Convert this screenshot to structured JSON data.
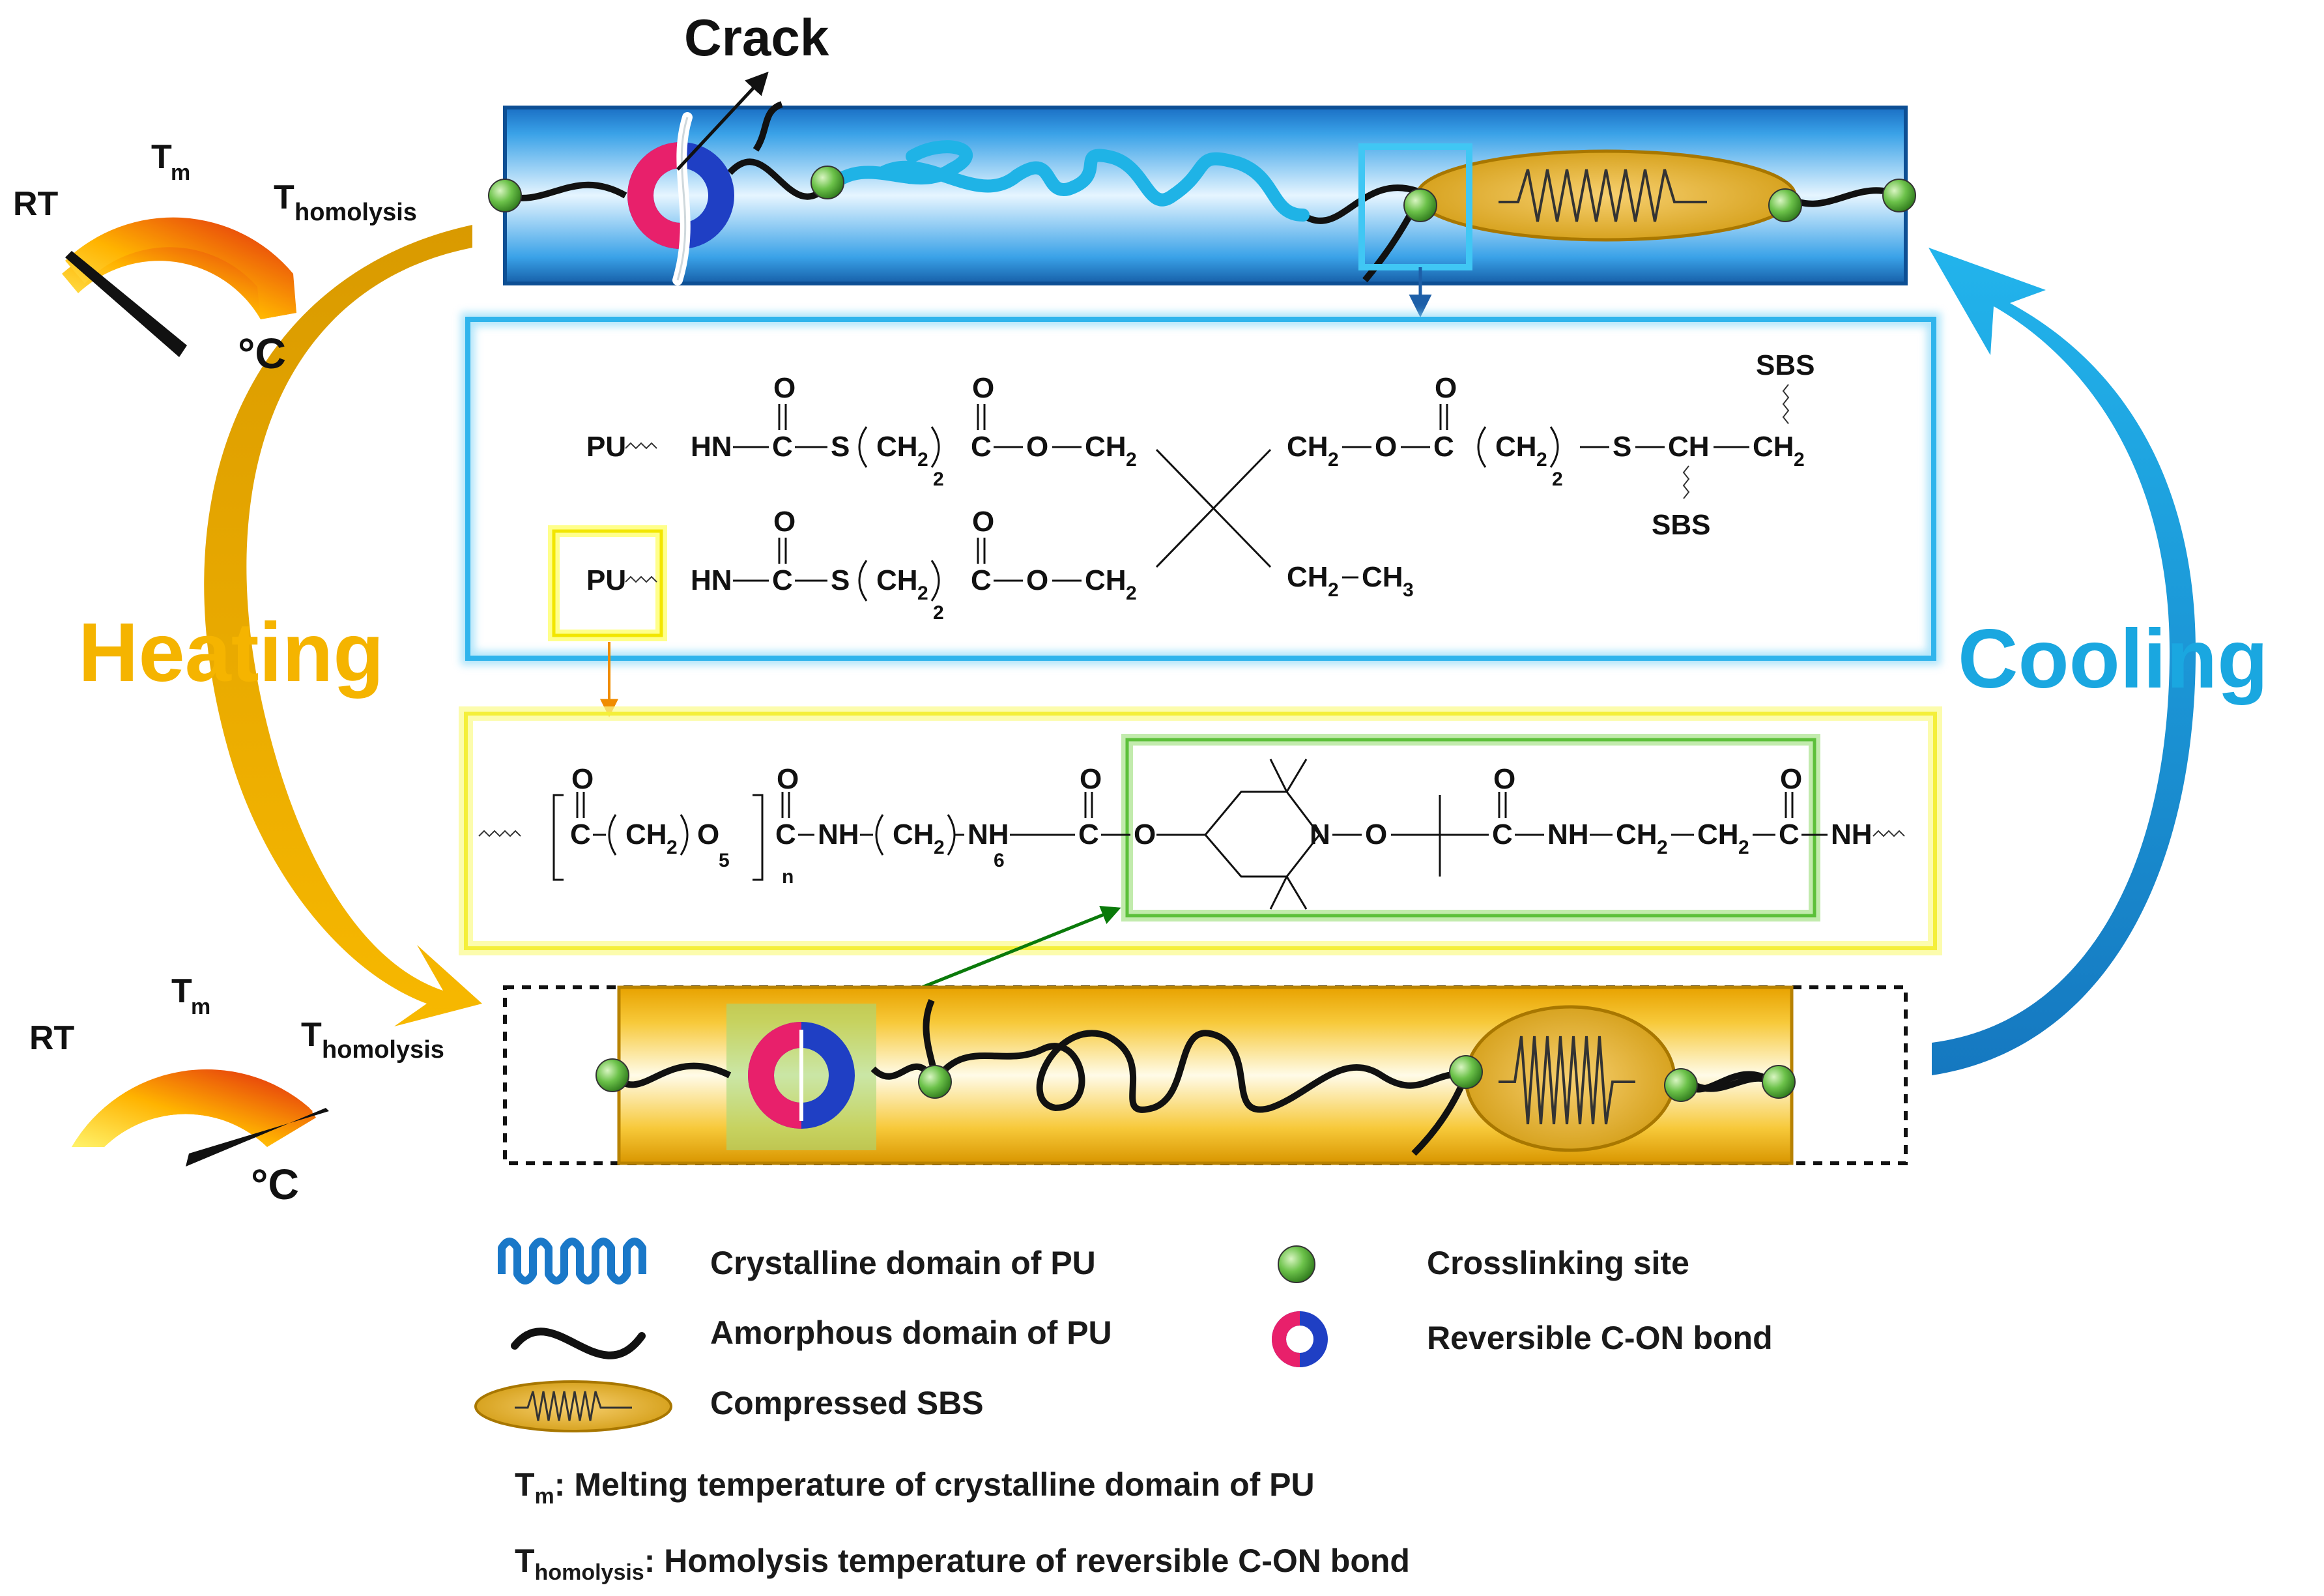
{
  "top_label": "Crack",
  "gauges": {
    "rt": "RT",
    "tm_main": "T",
    "tm_sub": "m",
    "th_main": "T",
    "th_sub": "homolysis",
    "unit": "°C"
  },
  "side_labels": {
    "left": "Heating",
    "right": "Cooling"
  },
  "chem_top": {
    "pu": "PU",
    "hn": "HN",
    "c": "C",
    "o": "O",
    "s": "S",
    "ch2": "CH",
    "sub2": "2",
    "ch3": "CH",
    "sub3": "3",
    "ch": "CH",
    "sbs": "SBS"
  },
  "chem_bottom": {
    "n_sub": "n",
    "five_sub": "5",
    "six_sub": "6",
    "nh": "NH",
    "n": "N",
    "o": "O",
    "c": "C",
    "ch2": "CH",
    "sub2": "2"
  },
  "legend": {
    "crystalline": "Crystalline domain of PU",
    "amorphous": "Amorphous domain of PU",
    "sbs": "Compressed SBS",
    "crosslink": "Crosslinking site",
    "reversible": "Reversible C-ON bond",
    "tm_def_main": "T",
    "tm_def_sub": "m",
    "tm_def_text": ": Melting temperature of crystalline domain of PU",
    "th_def_main": "T",
    "th_def_sub": "homolysis",
    "th_def_text": ": Homolysis temperature of reversible C-ON bond"
  },
  "colors": {
    "blue_bar": "#1e88d6",
    "gold_bar": "#f2b705",
    "heating": "#f5b400",
    "cooling": "#1aa7e0",
    "crosslink": "#6cc24a",
    "ring_pink": "#e8206b",
    "ring_blue": "#1f3fc4"
  }
}
